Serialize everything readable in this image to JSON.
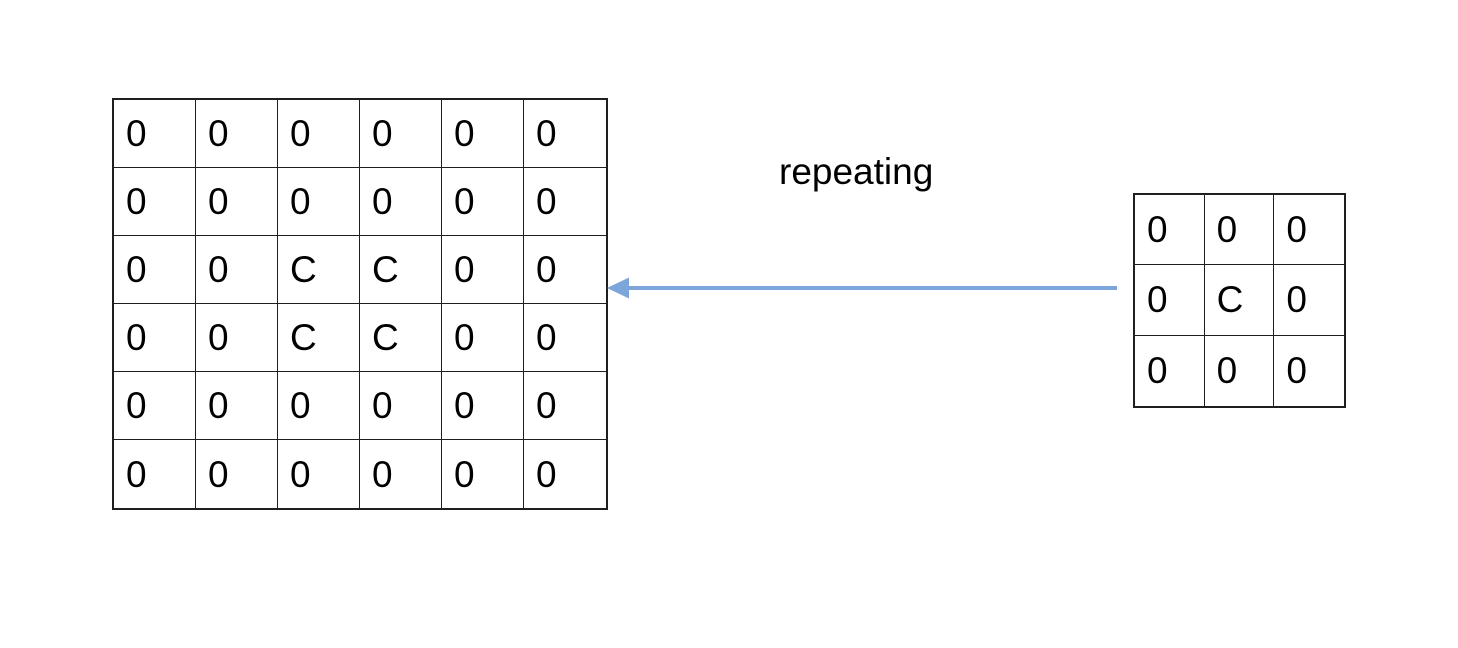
{
  "canvas": {
    "background": "#ffffff"
  },
  "arrow": {
    "label": "repeating",
    "color": "#7CA6DB",
    "direction": "left"
  },
  "left_grid": {
    "rows": 6,
    "cols": 6,
    "cells": [
      [
        "0",
        "0",
        "0",
        "0",
        "0",
        "0"
      ],
      [
        "0",
        "0",
        "0",
        "0",
        "0",
        "0"
      ],
      [
        "0",
        "0",
        "C",
        "C",
        "0",
        "0"
      ],
      [
        "0",
        "0",
        "C",
        "C",
        "0",
        "0"
      ],
      [
        "0",
        "0",
        "0",
        "0",
        "0",
        "0"
      ],
      [
        "0",
        "0",
        "0",
        "0",
        "0",
        "0"
      ]
    ]
  },
  "right_grid": {
    "rows": 3,
    "cols": 3,
    "cells": [
      [
        "0",
        "0",
        "0"
      ],
      [
        "0",
        "C",
        "0"
      ],
      [
        "0",
        "0",
        "0"
      ]
    ]
  }
}
